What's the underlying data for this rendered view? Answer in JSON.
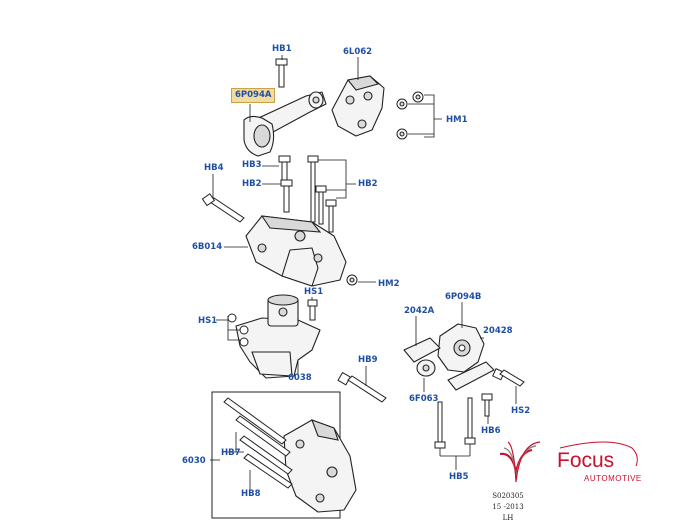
{
  "labels": {
    "hb1": "HB1",
    "l062": "6L062",
    "p094a": "6P094A",
    "hm1": "HM1",
    "hb4": "HB4",
    "hb3": "HB3",
    "hb2_left": "HB2",
    "hb2_right": "HB2",
    "b014": "6B014",
    "hm2": "HM2",
    "hs1_top": "HS1",
    "hs1_left": "HS1",
    "m6038": "6038",
    "hb9": "HB9",
    "a2042": "2042A",
    "p094b": "6P094B",
    "a20428": "20428",
    "f063": "6F063",
    "hs2": "HS2",
    "hb6": "HB6",
    "m6030": "6030",
    "hb7": "HB7",
    "hb8": "HB8",
    "hb5": "HB5"
  },
  "footer": {
    "code": "S020305",
    "date": "15 -2013",
    "side": "LH"
  },
  "logo": {
    "name": "Focus",
    "tagline": "AUTOMOTIVE",
    "icon": "v-shape-logo-icon",
    "color": "#c8102e"
  },
  "colors": {
    "label_text": "#1f4fa3",
    "highlight_fill": "#f3dba0"
  }
}
